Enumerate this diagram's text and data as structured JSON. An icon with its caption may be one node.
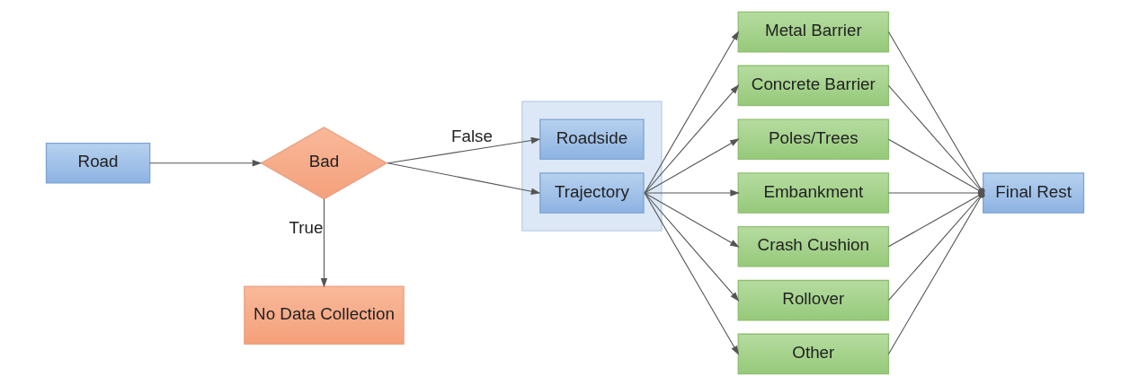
{
  "diagram": {
    "nodes": [
      {
        "text": [
          "Road"
        ]
      },
      {
        "text": [
          "Bad"
        ]
      },
      {
        "text": [
          "No Data Collection"
        ]
      },
      {
        "text": [],
        "shape": "box"
      },
      {
        "text": [
          "Roadside"
        ],
        "in": 3
      },
      {
        "text": [
          "Trajectory"
        ],
        "in": 3
      },
      {
        "text": [
          "Metal Barrier"
        ]
      },
      {
        "text": [
          "Concrete Barrier"
        ]
      },
      {
        "text": [
          "Poles/Trees"
        ]
      },
      {
        "text": [
          "Embankment"
        ]
      },
      {
        "text": [
          "Crash Cushion"
        ]
      },
      {
        "text": [
          "Rollover"
        ]
      },
      {
        "text": [
          "Other"
        ]
      },
      {
        "text": [
          "Final Rest"
        ]
      }
    ],
    "edges": [
      {
        "from": 0,
        "to": 1,
        "arrow": "to"
      },
      {
        "from": 1,
        "to": 2,
        "arrow": "to",
        "label": "True"
      },
      {
        "from": 1,
        "to": 4,
        "arrow": "to",
        "label": "False"
      },
      {
        "from": 1,
        "to": 5,
        "arrow": "to"
      },
      {
        "from": 5,
        "to": 6,
        "arrow": "to"
      },
      {
        "from": 5,
        "to": 7,
        "arrow": "to"
      },
      {
        "from": 5,
        "to": 8,
        "arrow": "to"
      },
      {
        "from": 5,
        "to": 9,
        "arrow": "to"
      },
      {
        "from": 5,
        "to": 10,
        "arrow": "to"
      },
      {
        "from": 5,
        "to": 11,
        "arrow": "to"
      },
      {
        "from": 5,
        "to": 12,
        "arrow": "to"
      },
      {
        "from": 6,
        "to": 13,
        "arrow": "other"
      },
      {
        "from": 7,
        "to": 13,
        "arrow": "other"
      },
      {
        "from": 8,
        "to": 13,
        "arrow": "other"
      },
      {
        "from": 9,
        "to": 13,
        "arrow": "other"
      },
      {
        "from": 10,
        "to": 13,
        "arrow": "other"
      },
      {
        "from": 11,
        "to": 13,
        "arrow": "other"
      },
      {
        "from": 12,
        "to": 13,
        "arrow": "other"
      }
    ]
  }
}
